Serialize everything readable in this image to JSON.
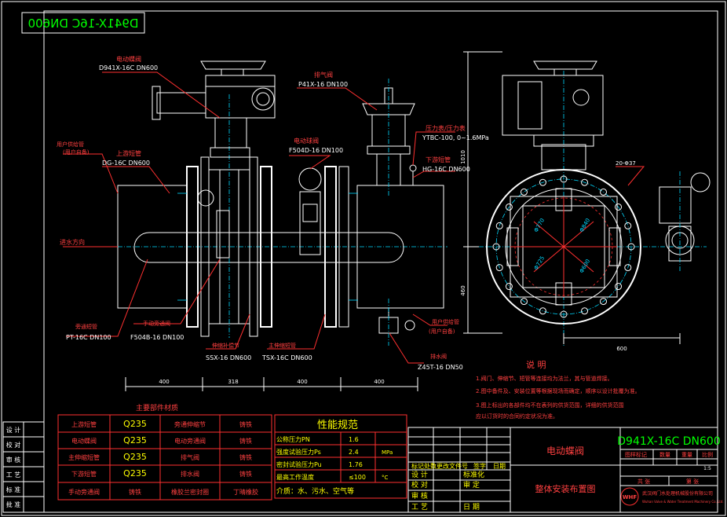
{
  "title_stamp": "D941X-16C DN600",
  "callouts": {
    "actuator_valve": [
      "电动蝶阀",
      "D941X-16C DN600"
    ],
    "exhaust_valve": [
      "排气阀",
      "P41X-16 DN100"
    ],
    "pressure_gauge": [
      "压力表/压力表",
      "YTBC-100, 0~1.6MPa"
    ],
    "downstream_pipe": [
      "下游短管",
      "HG-16C DN600"
    ],
    "electric_valve": [
      "电动球阀",
      "F504D-16 DN100"
    ],
    "upstream_pipe": [
      "上游短管",
      "DG-16C DN600"
    ],
    "owner_pipe": [
      "用户供给管",
      "(用户自备)"
    ],
    "flow_direction": "进水方向",
    "small_pipe": [
      "旁通短管",
      "PT-16C DN100"
    ],
    "manual_valve": [
      "手动旁通阀",
      "F504B-16 DN100"
    ],
    "flex_joint": [
      "伸缩补偿节",
      "SSX-16 DN600"
    ],
    "main_pipe": [
      "主伸缩短管",
      "TSX-16C DN600"
    ],
    "drain_valve": [
      "排水阀",
      "Z45T-16 DN50"
    ],
    "receiver": [
      "用户供给管",
      "(用户自备)"
    ],
    "flange_holes": "20-Φ37"
  },
  "dims": {
    "bottom": [
      "400",
      "318",
      "400",
      "400"
    ],
    "right_width": "600",
    "height_upper": "1010",
    "height_lower": "460",
    "circle_1": "Φ770",
    "circle_2": "Φ840",
    "circle_3": "Φ725",
    "circle_4": "Φ600"
  },
  "notes": {
    "heading": "说 明",
    "lines": [
      "1.阀门、伸缩节、短管等连接均为法兰，其与管道焊接。",
      "2.图中备件及、安装位置等根据现场而确定，顺序以设计批覆为准。",
      "3.图上标出的各部件均不在表列的供货范围，详细的供货范围",
      "应以订货时的合同约定状况为准。"
    ]
  },
  "parts_table": {
    "title": "主要部件材质",
    "rows": [
      [
        "上游短管",
        "Q235",
        "旁通伸缩节",
        "铸铁"
      ],
      [
        "电动蝶阀",
        "Q235",
        "电动旁通阀",
        "铸铁"
      ],
      [
        "主伸缩短管",
        "Q235",
        "排气阀",
        "铸铁"
      ],
      [
        "下游短管",
        "Q235",
        "排水阀",
        "铸铁"
      ],
      [
        "手动旁通阀",
        "铸铁",
        "橡胶兰密封圈",
        "丁晴橡胶"
      ]
    ]
  },
  "perf_table": {
    "title": "性能规范",
    "rows": [
      [
        "公称压力PN",
        "1.6",
        ""
      ],
      [
        "强度试验压力Ps",
        "2.4",
        "MPa"
      ],
      [
        "密封试验压力Pu",
        "1.76",
        ""
      ],
      [
        "最高工作温度",
        "≤100",
        "°C"
      ]
    ],
    "medium": "介质：水、污水、空气等"
  },
  "left_labels": [
    "设 计",
    "校 对",
    "审 核",
    "工 艺",
    "标 准",
    "批 准"
  ],
  "title_block": {
    "model": "D941X-16C DN600",
    "product_name": "电动蝶阀",
    "drawing_name": "整体安装布置图",
    "mark_row": [
      "图样标记",
      "数量",
      "重量",
      "比例"
    ],
    "scale": "1:5",
    "sheet": [
      "共 张",
      "第 张"
    ],
    "rev_header": [
      "标记",
      "处数",
      "更改文件号",
      "签字",
      "日期"
    ],
    "sign_rows": [
      [
        "设 计",
        "标准化"
      ],
      [
        "校 对",
        "审 定"
      ],
      [
        "审 核",
        ""
      ],
      [
        "工 艺",
        "日 期"
      ]
    ],
    "company": "武汉阀门水处理机械股份有限公司",
    "company_en": "Wuhan Valve & Water Treatment Machinery Co.,Ltd.",
    "logo": "WHF"
  }
}
